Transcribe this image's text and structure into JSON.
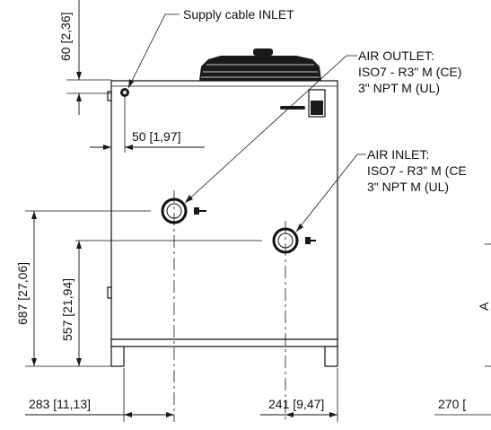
{
  "labels": {
    "dim_top": "60 [2,36]",
    "supply_cable": "Supply cable INLET",
    "air_outlet_1": "AIR OUTLET:",
    "air_outlet_2": "ISO7 - R3\" M (CE)",
    "air_outlet_3": "3\" NPT M (UL)",
    "dim_50": "50 [1,97]",
    "air_inlet_1": "AIR INLET:",
    "air_inlet_2": "ISO7 - R3\" M (CE",
    "air_inlet_3": "3\" NPT M (UL)",
    "dim_687": "687 [27,06]",
    "dim_557": "557 [21,94]",
    "dim_283": "283 [11,13]",
    "dim_241": "241 [9,47]",
    "dim_270": "270 [",
    "section_a": "A"
  }
}
